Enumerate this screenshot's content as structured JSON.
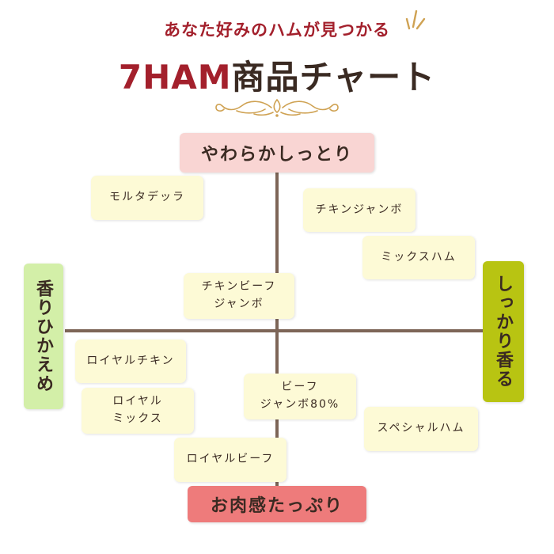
{
  "header": {
    "subtitle": "あなた好みのハムが見つかる",
    "title_main": "7HAM",
    "title_rest": "商品チャート"
  },
  "axes": {
    "top": "やわらかしっとり",
    "bottom": "お肉感たっぷり",
    "left": "香りひかえめ",
    "right": "しっかり香る"
  },
  "products": {
    "mortadella": "モルタデッラ",
    "chicken_jambon": "チキンジャンボ",
    "mix_ham": "ミックスハム",
    "chicken_beef_jambon": "チキンビーフ\nジャンボ",
    "royal_chicken": "ロイヤルチキン",
    "royal_mix": "ロイヤル\nミックス",
    "beef_jambon_80": "ビーフ\nジャンボ80%",
    "special_ham": "スペシャルハム",
    "royal_beef": "ロイヤルビーフ"
  },
  "colors": {
    "accent_red": "#a3202c",
    "top_label_bg": "#f9d5d3",
    "bottom_label_bg": "#ee7b7b",
    "left_label_bg": "#d3efa8",
    "right_label_bg": "#b8c412",
    "product_bg": "#fdfad6",
    "axis": "#7d6557",
    "ornament_gold": "#cfa253"
  },
  "icons": {
    "sparkle": "sparkle-icon",
    "ornament": "ornament-divider-icon"
  }
}
